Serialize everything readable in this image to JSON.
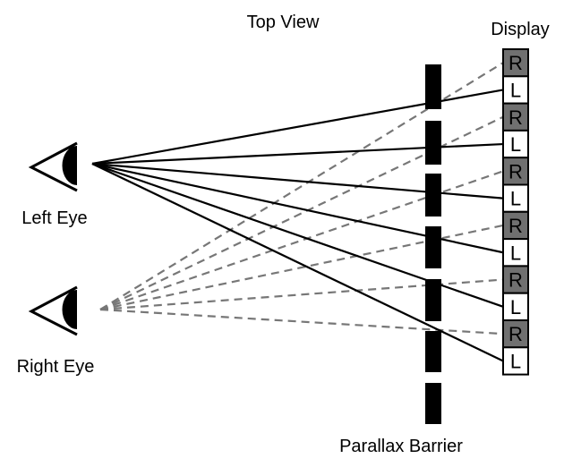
{
  "title": "Top View",
  "display_label": "Display",
  "left_eye_label": "Left Eye",
  "right_eye_label": "Right Eye",
  "barrier_label": "Parallax Barrier",
  "display_cells": [
    "R",
    "L",
    "R",
    "L",
    "R",
    "L",
    "R",
    "L",
    "R",
    "L",
    "R",
    "L"
  ],
  "colors": {
    "background": "#ffffff",
    "right_pixel_fill": "#707070",
    "left_pixel_fill": "#ffffff",
    "left_ray": "#000000",
    "right_ray": "#777777",
    "barrier": "#000000"
  }
}
